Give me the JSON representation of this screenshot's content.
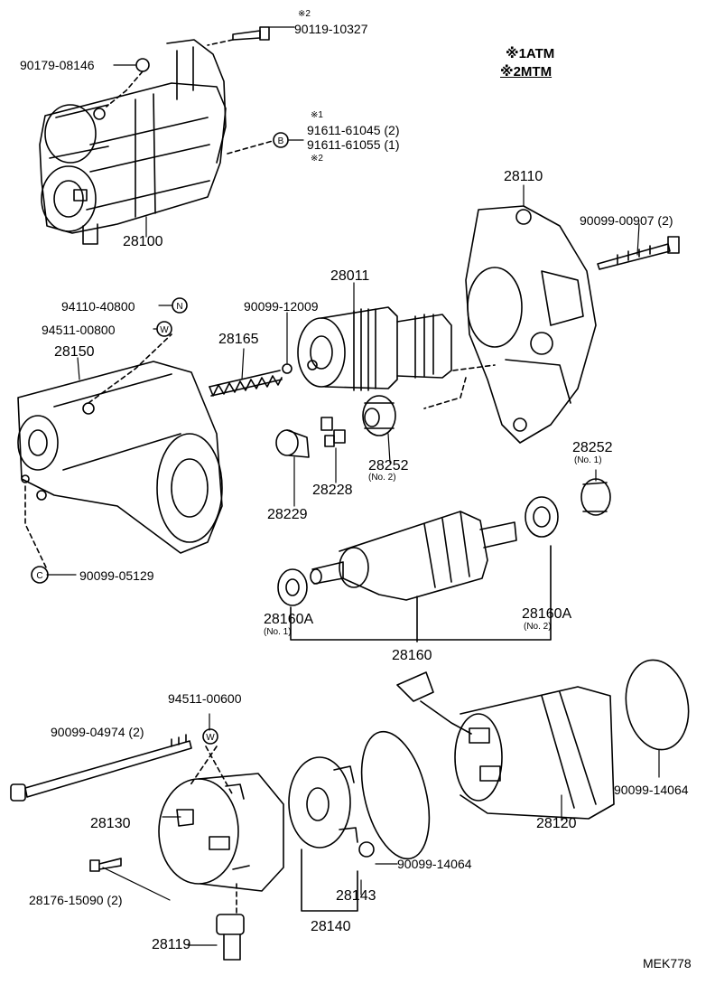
{
  "legend": {
    "line1": "※1ATM",
    "line2": "※2MTM"
  },
  "labels": {
    "bolt_note": "※2",
    "bolt_part": "90119-10327",
    "nut_top": "90179-08146",
    "terminal_note1": "※1",
    "terminal_part1": "91611-61045 (2)",
    "terminal_part2": "91611-61055 (1)",
    "terminal_note2": "※2",
    "starter_assy": "28100",
    "housing": "28110",
    "through_bolt": "90099-00907 (2)",
    "clutch": "28011",
    "nut_n": "94110-40800",
    "washer_w": "94511-00800",
    "ball": "90099-12009",
    "spring": "28165",
    "switch": "28150",
    "idler": "28252",
    "idler_no2": "(No. 2)",
    "idler_b": "28252",
    "idler_no1": "(No. 1)",
    "retainer": "28228",
    "cup": "28229",
    "nut_c": "90099-05129",
    "bearing_a": "28160A",
    "bearing_a_no1": "(No. 1)",
    "bearing_b": "28160A",
    "bearing_b_no2": "(No. 2)",
    "armature": "28160",
    "washer_w2": "94511-00600",
    "long_bolt": "90099-04974 (2)",
    "end_frame": "28130",
    "screw": "28176-15090 (2)",
    "cover": "28119",
    "brush_holder": "28140",
    "spring_brush": "28143",
    "oring_small": "90099-14064",
    "yoke": "28120",
    "oring_big": "90099-14064",
    "figure_id": "MEK778"
  },
  "markers": {
    "b": "B",
    "c": "C",
    "n": "N",
    "w": "W"
  }
}
